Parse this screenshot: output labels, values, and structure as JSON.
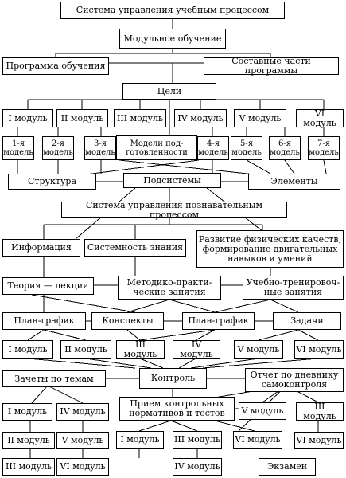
{
  "nodes": {
    "root": "Система управления учебным процессом",
    "modular": "Модульное обучение",
    "program": "Программа обучения",
    "parts": "Составные части программы",
    "goals": "Цели",
    "m1": "I модуль",
    "m2": "II модуль",
    "m3": "III модуль",
    "m4": "IV модуль",
    "m5": "V модуль",
    "m6": "VI модуль",
    "model1": "1-я\nмодель",
    "model2": "2-я\nмодель",
    "model3": "3-я\nмодель",
    "prepModels": "Модели под-\nготовленности",
    "model4": "4-я\nмодель",
    "model5": "5-я\nмодель",
    "model6": "6-я\nмодель",
    "model7": "7-я\nмодель",
    "structure": "Структура",
    "subsystems": "Подсистемы",
    "elements": "Элементы",
    "cognitive": "Система управления познавательным процессом",
    "info": "Информация",
    "systemic": "Системность знания",
    "physical": "Развитие физических качеств,\nформирование двигательных\nнавыков и умений",
    "theory": "Теория — лекции",
    "methodical": "Методико-практи-\nческие занятия",
    "training": "Учебно-тренировоч-\nные занятия",
    "plan1": "План-график",
    "notes": "Конспекты",
    "plan2": "План-график",
    "tasks": "Задачи",
    "rm1": "I модуль",
    "rm2": "II модуль",
    "rm3": "III модуль",
    "rm4": "IV модуль",
    "rm5": "V модуль",
    "rm6": "VI модуль",
    "credits": "Зачеты по темам",
    "control": "Контроль",
    "diary": "Отчет по дневнику\nсамоконтроля",
    "normatives": "Прием контрольных\nнормативов и тестов",
    "c1": "I модуль",
    "c4": "IV модуль",
    "c2": "II модуль",
    "c5": "V модуль",
    "c3": "III модуль",
    "c6": "VI модуль",
    "n1": "I модуль",
    "n3": "III модуль",
    "n4": "IV модуль",
    "n5": "V модуль",
    "n6": "VI модуль",
    "d3": "III модуль",
    "d6": "VI модуль",
    "exam": "Экзамен"
  }
}
